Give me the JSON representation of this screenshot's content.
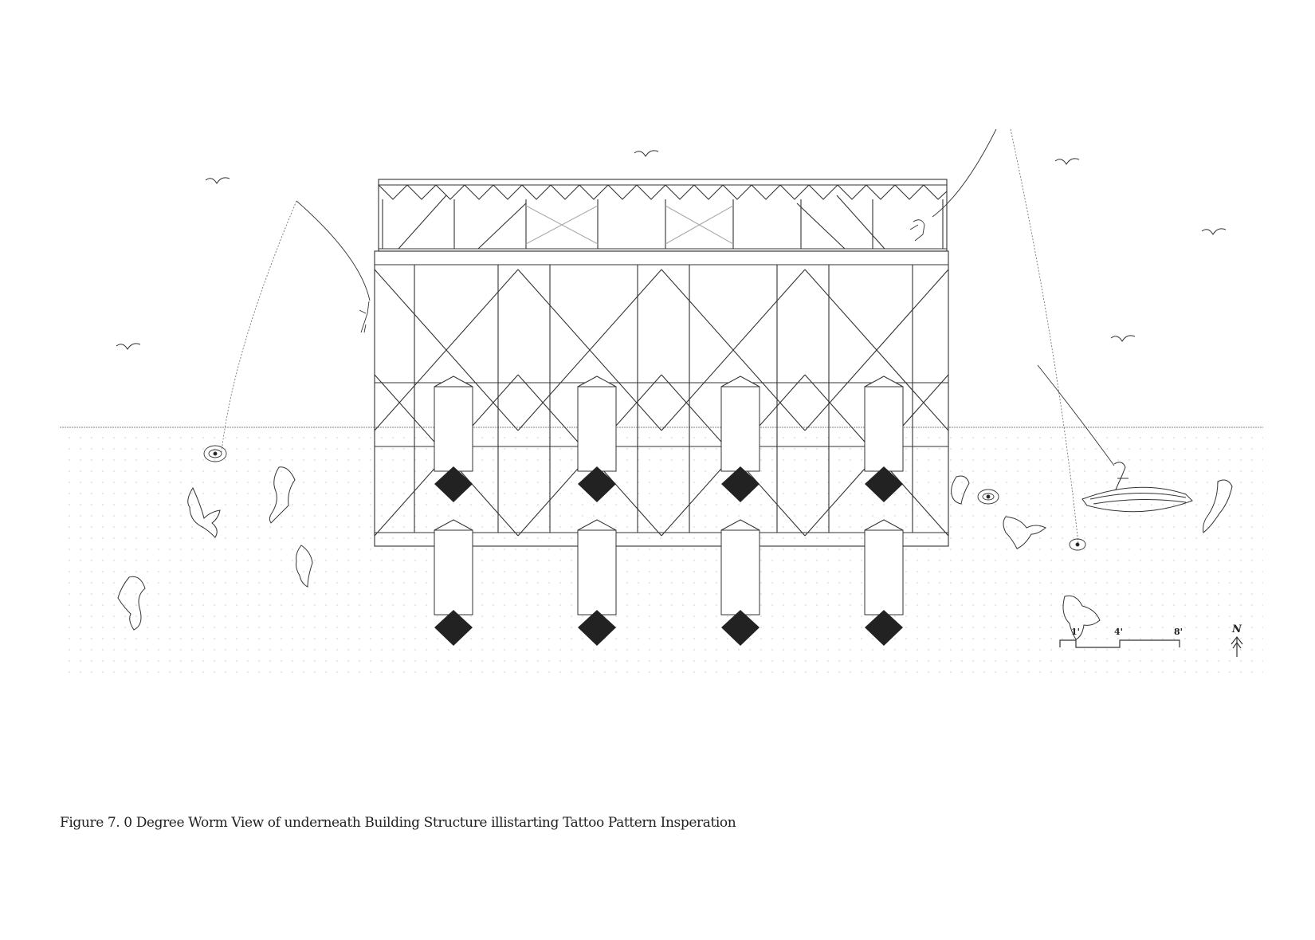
{
  "caption": "Figure 7. 0 Degree Worm View of underneath Building Structure illistarting Tattoo Pattern Insperation",
  "scale_bar": {
    "labels": [
      "1'",
      "4'",
      "8'"
    ]
  },
  "north_arrow": {
    "label": "N"
  },
  "colors": {
    "ink": "#333333",
    "pile_cap": "#222222",
    "water_dots": "#d8d8d8"
  },
  "icons": [
    "bird-icon",
    "fish-icon",
    "boat-icon",
    "fisher-figure-icon",
    "north-arrow-icon",
    "scale-bar-icon"
  ]
}
